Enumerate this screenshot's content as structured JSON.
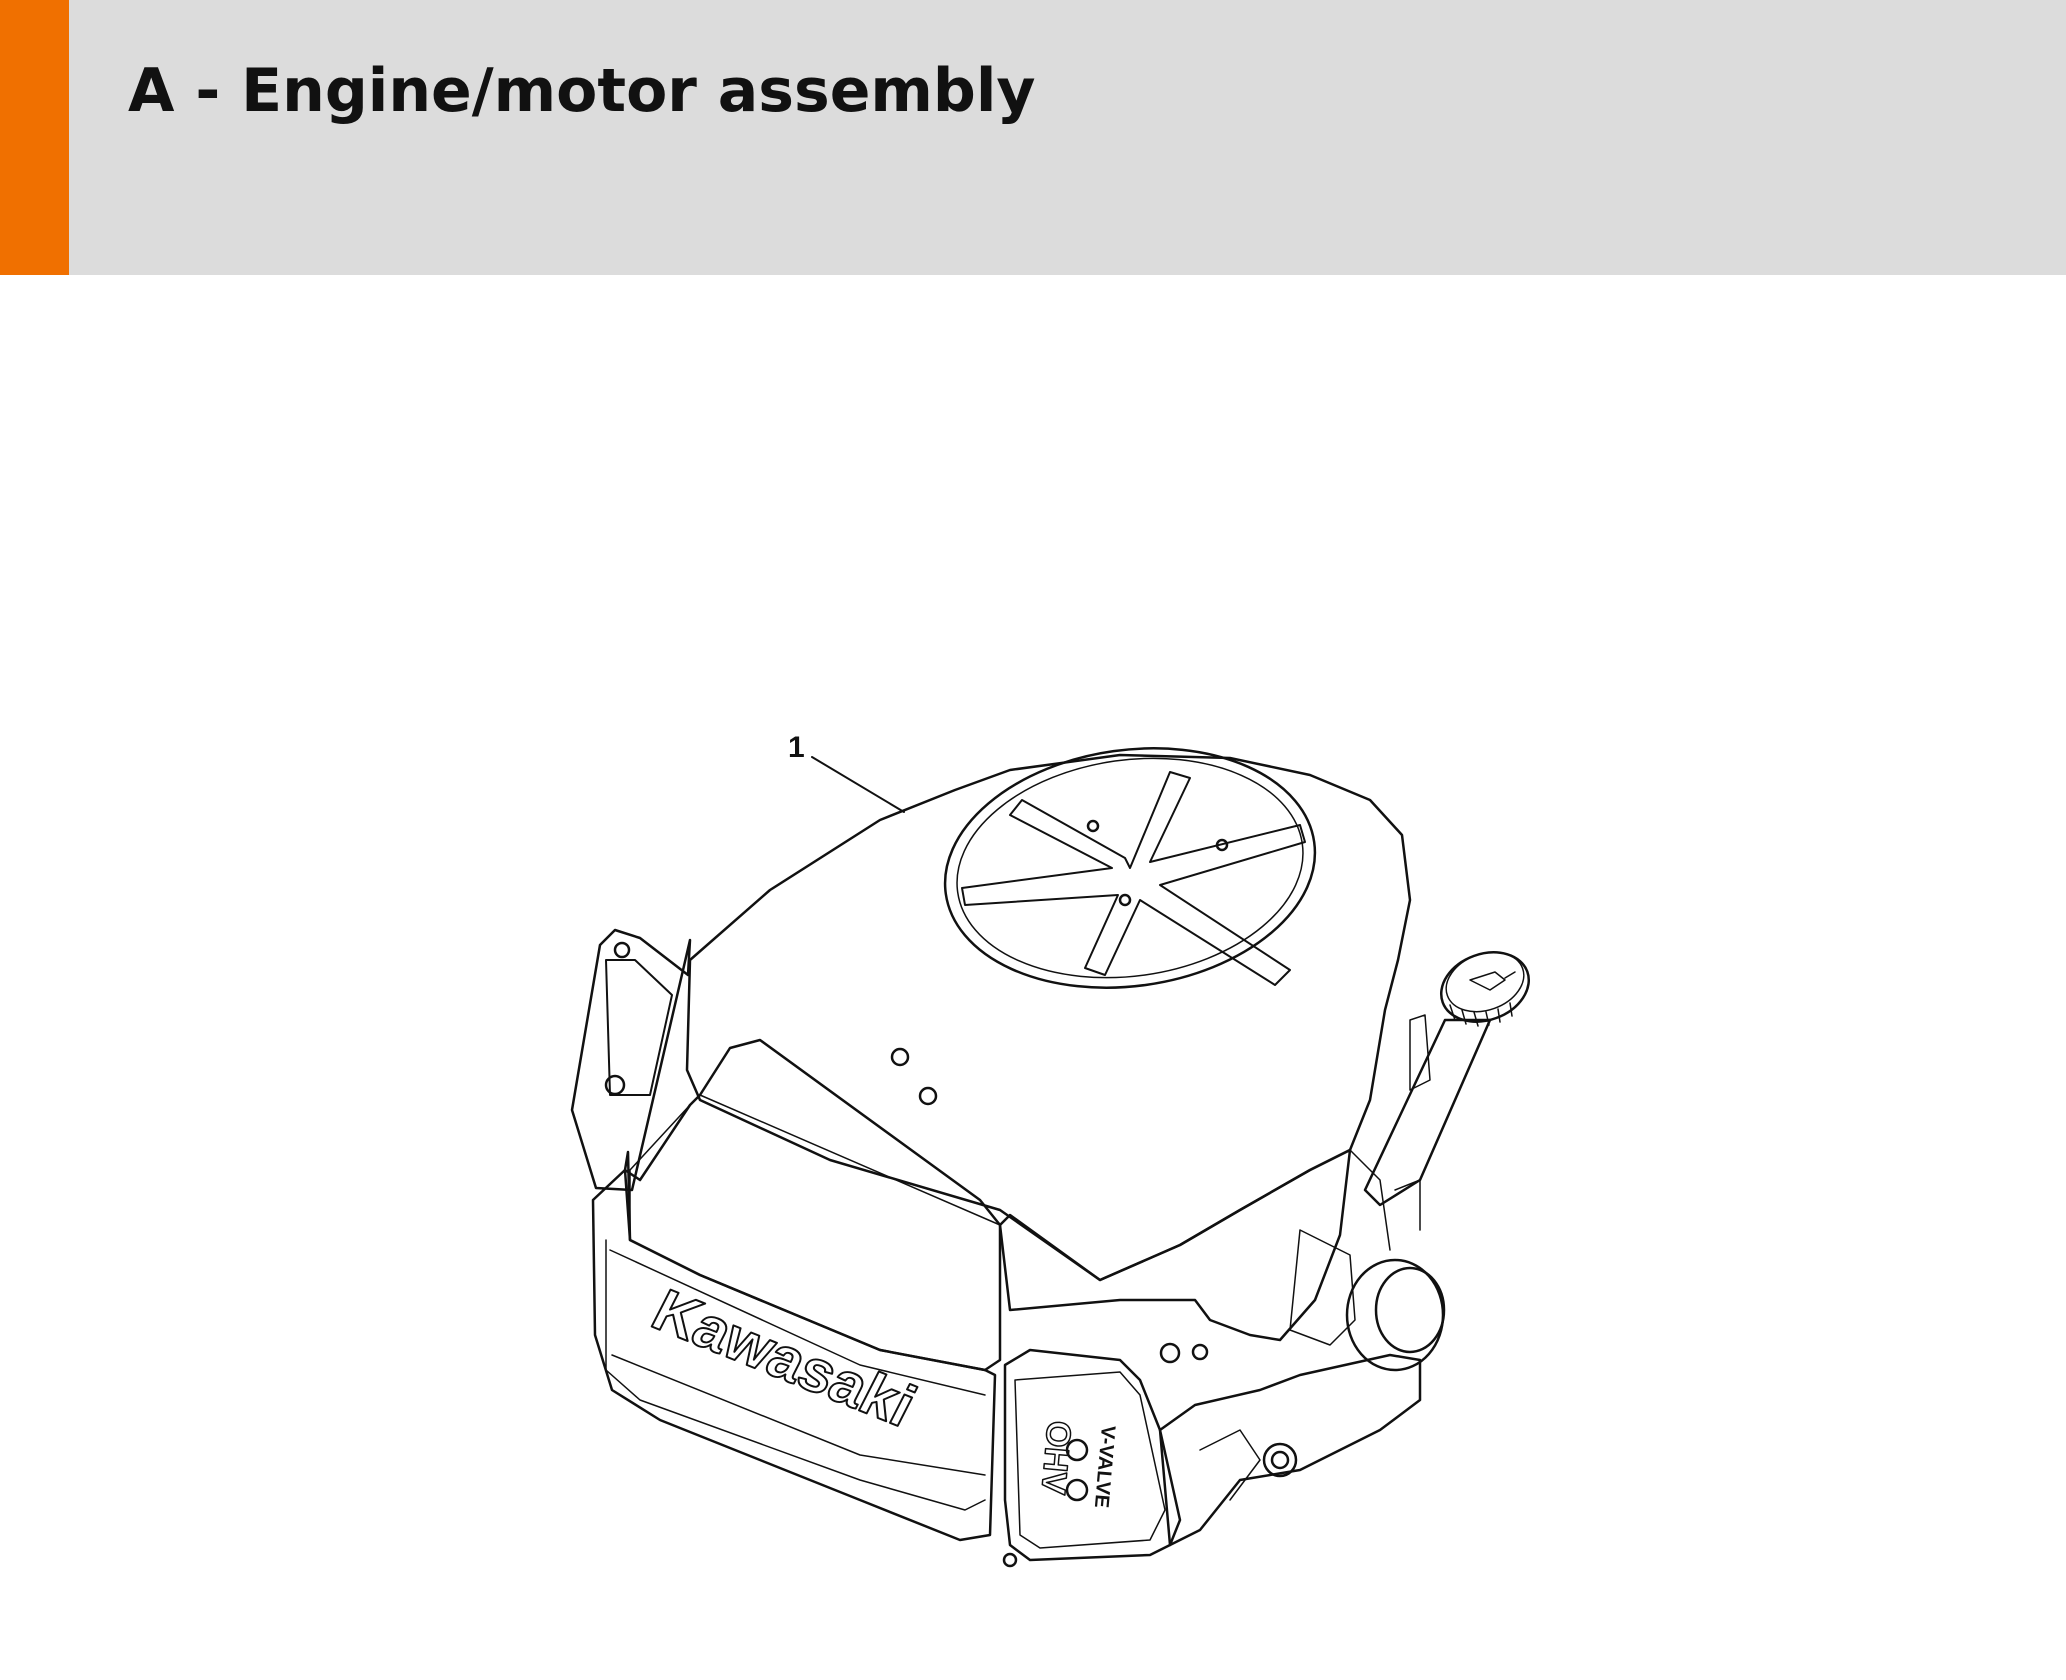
{
  "page": {
    "title": "A - Engine/motor assembly",
    "accent_color": "#f07000",
    "header_color": "#dcdcdc"
  },
  "diagram": {
    "callouts": [
      {
        "number": "1"
      }
    ],
    "engine_labels": {
      "brand": "Kawasaki",
      "ohv": "OHV",
      "valve": "V-VALVE"
    }
  }
}
